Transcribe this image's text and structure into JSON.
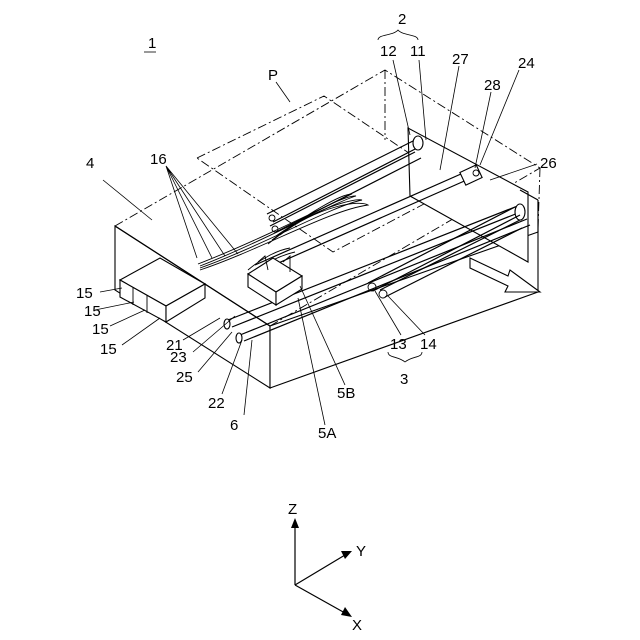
{
  "figure": {
    "device_number": "1",
    "sheet_label": "P",
    "labels": {
      "l2": "2",
      "l12": "12",
      "l11": "11",
      "l27": "27",
      "l24": "24",
      "l28": "28",
      "l26": "26",
      "l4": "4",
      "l16": "16",
      "l15a": "15",
      "l15b": "15",
      "l15c": "15",
      "l15d": "15",
      "l21": "21",
      "l23": "23",
      "l25": "25",
      "l22": "22",
      "l6": "6",
      "l5A": "5A",
      "l5B": "5B",
      "l13": "13",
      "l14": "14",
      "l3": "3"
    },
    "axes": {
      "z": "Z",
      "y": "Y",
      "x": "X"
    }
  }
}
